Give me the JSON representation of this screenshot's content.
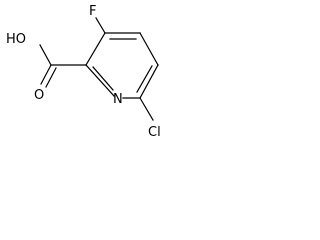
{
  "molecule": {
    "atoms": {
      "fluorine": "F",
      "hydroxyl": "HO",
      "carbonyl_oxygen": "O",
      "ring_nitrogen": "N",
      "chlorine": "Cl"
    },
    "bond_color": "#000000",
    "label_color": "#000000",
    "background": "#ffffff"
  }
}
